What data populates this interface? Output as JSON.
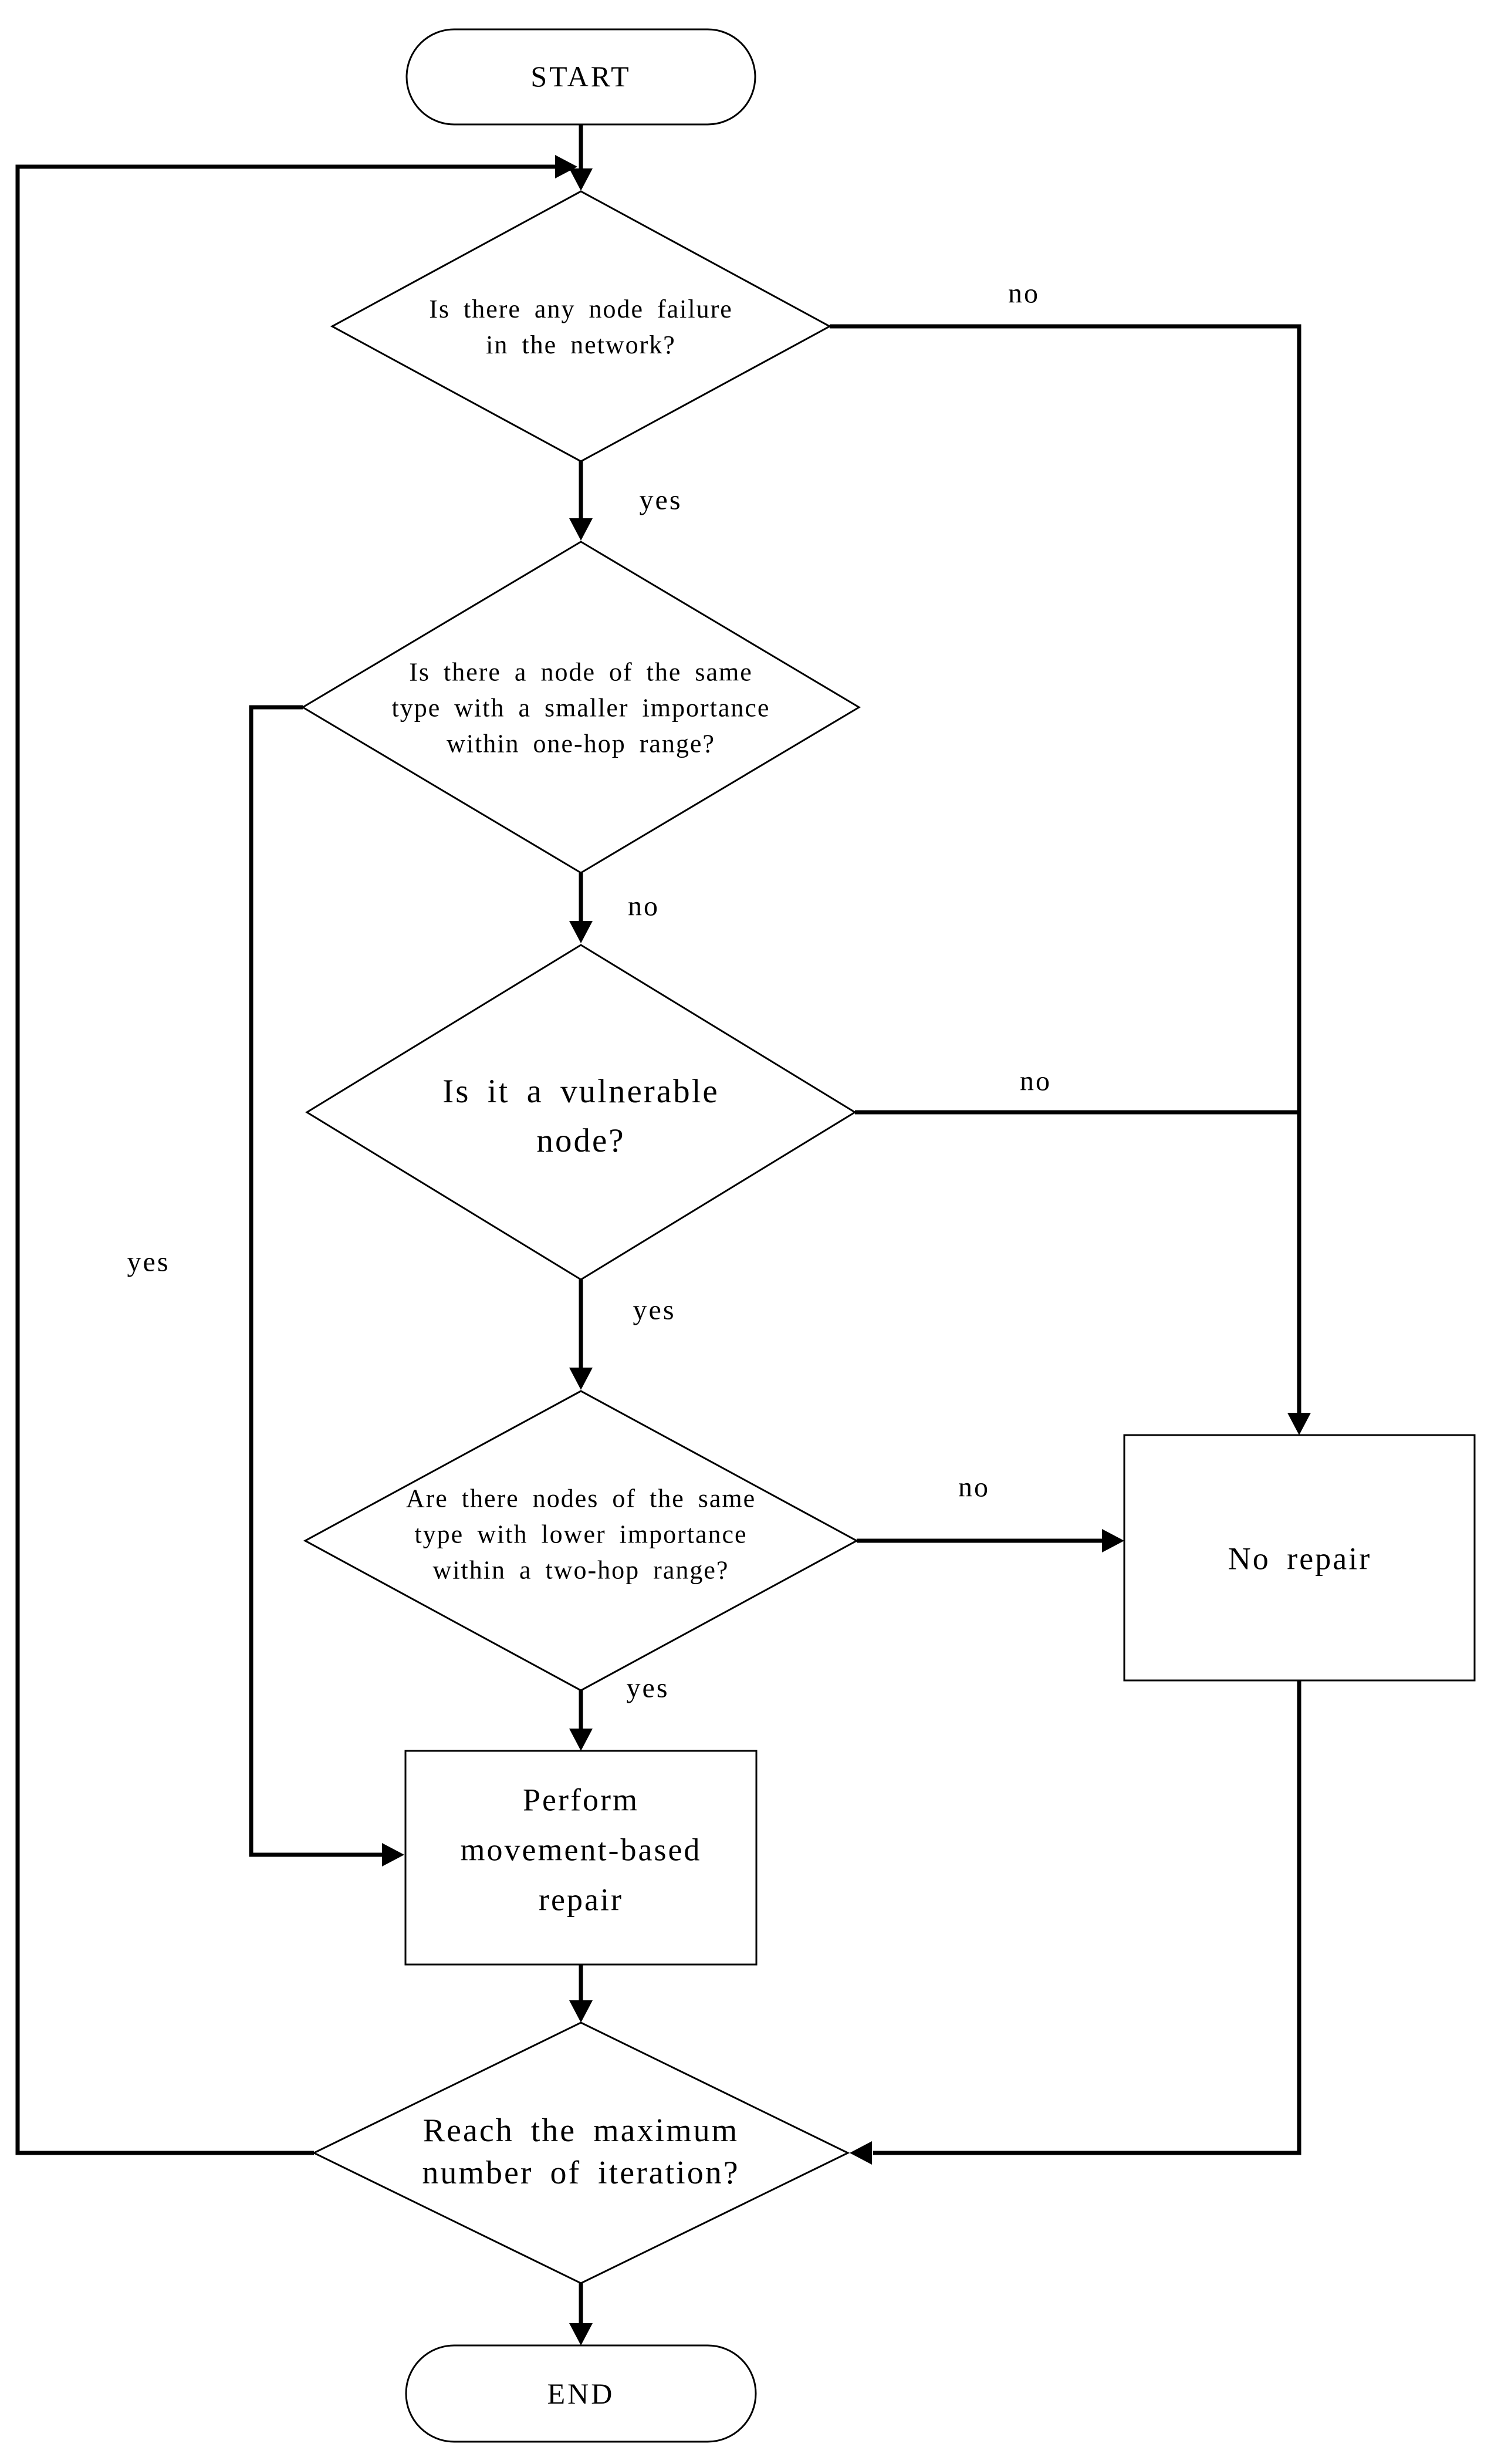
{
  "flowchart": {
    "colors": {
      "background": "#ffffff",
      "line": "#000000",
      "text": "#000000"
    },
    "nodes": {
      "start": {
        "label": "START",
        "type": "terminal"
      },
      "node_failure": {
        "label": "Is there any node failure\nin the network?",
        "type": "decision"
      },
      "one_hop": {
        "label": "Is there a node of the same\ntype with a smaller importance\nwithin one-hop range?",
        "type": "decision"
      },
      "vulnerable": {
        "label": "Is it a vulnerable\nnode?",
        "type": "decision"
      },
      "two_hop": {
        "label": "Are there nodes of the same\ntype with lower importance\nwithin a two-hop range?",
        "type": "decision"
      },
      "no_repair": {
        "label": "No repair",
        "type": "process"
      },
      "movement_repair": {
        "label": "Perform\nmovement-based\nrepair",
        "type": "process"
      },
      "max_iteration": {
        "label": "Reach the maximum\nnumber of iteration?",
        "type": "decision"
      },
      "end": {
        "label": "END",
        "type": "terminal"
      }
    },
    "edge_labels": {
      "node_failure_no": "no",
      "node_failure_yes": "yes",
      "one_hop_no": "no",
      "one_hop_yes": "yes",
      "vulnerable_no": "no",
      "vulnerable_yes": "yes",
      "two_hop_no": "no",
      "two_hop_yes": "yes"
    }
  }
}
